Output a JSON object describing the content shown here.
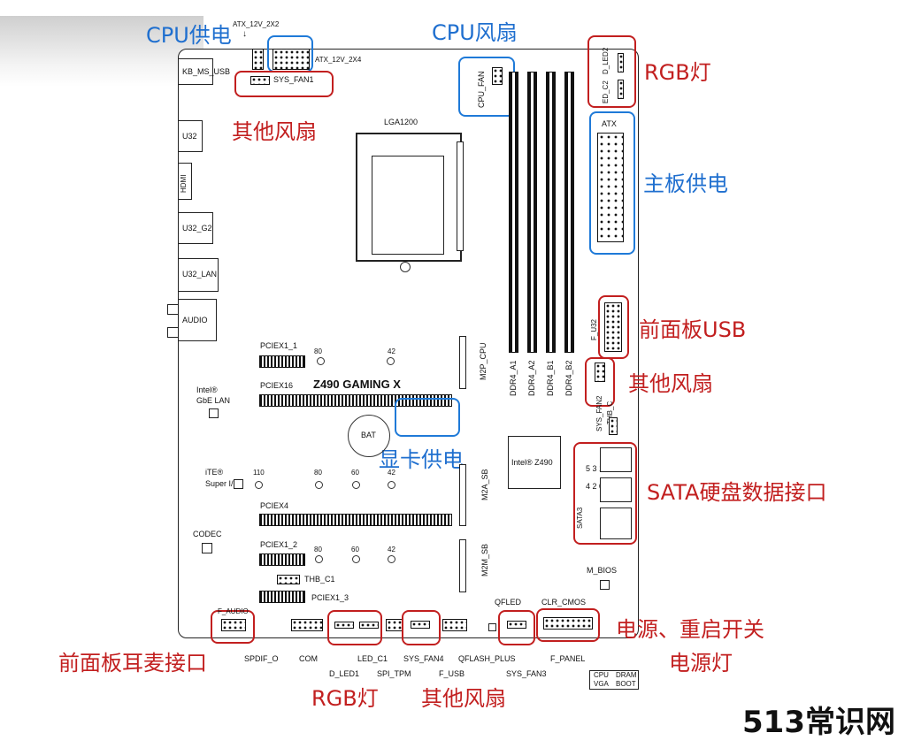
{
  "board": {
    "model": "Z490 GAMING X",
    "socket": "LGA1200",
    "chipset": "Intel® Z490",
    "battery": "BAT",
    "connectors": {
      "atx_12v_2x2": "ATX_12V_2X2",
      "atx_12v_2x4": "ATX_12V_2X4",
      "kb_ms_usb": "KB_MS_USB",
      "sys_fan1": "SYS_FAN1",
      "u32": "U32",
      "hdmi": "HDMI",
      "u32_g2": "U32_G2",
      "u32_lan": "U32_LAN",
      "audio": "AUDIO",
      "cpu_fan": "CPU_FAN",
      "d_led2": "D_LED2",
      "ed_c2": "ED_C2",
      "atx": "ATX",
      "f_u32": "F_U32",
      "sys_fan2": "SYS_FAN2",
      "thb_c": "THB_C",
      "sata3": "SATA3",
      "sata_ports_top": "5 3 1",
      "sata_ports_bottom": "4 2 0",
      "m_bios": "M_BIOS",
      "pciex1_1": "PCIEX1_1",
      "pciex16": "PCIEX16",
      "pciex4": "PCIEX4",
      "pciex1_2": "PCIEX1_2",
      "pciex1_3": "PCIEX1_3",
      "thb_c1": "THB_C1",
      "m2p_cpu": "M2P_CPU",
      "m2a_sb": "M2A_SB",
      "m2m_sb": "M2M_SB",
      "intel_lan": "Intel®",
      "gbe_lan": "GbE LAN",
      "ite": "iTE®",
      "super_io": "Super I/O",
      "codec": "CODEC",
      "f_audio": "F_AUDIO",
      "spdif_o": "SPDIF_O",
      "com": "COM",
      "d_led1": "D_LED1",
      "led_c1": "LED_C1",
      "spi_tpm": "SPI_TPM",
      "sys_fan4": "SYS_FAN4",
      "f_usb": "F_USB",
      "qflash_plus": "QFLASH_PLUS",
      "sys_fan3": "SYS_FAN3",
      "qfled": "QFLED",
      "clr_cmos": "CLR_CMOS",
      "f_panel": "F_PANEL",
      "cpu": "CPU",
      "dram": "DRAM",
      "vga": "VGA",
      "boot": "BOOT",
      "ddr4_a1": "DDR4_A1",
      "ddr4_a2": "DDR4_A2",
      "ddr4_b1": "DDR4_B1",
      "ddr4_b2": "DDR4_B2"
    },
    "mount_numbers": {
      "n80": "80",
      "n42": "42",
      "n110": "110",
      "n60": "60"
    }
  },
  "callouts": {
    "cpu_power": "CPU供电",
    "cpu_fan": "CPU风扇",
    "rgb_top": "RGB灯",
    "other_fan_top": "其他风扇",
    "main_power": "主板供电",
    "front_usb": "前面板USB",
    "other_fan_right": "其他风扇",
    "gpu_power": "显卡供电",
    "sata": "SATA硬盘数据接口",
    "power_reset": "电源、重启开关",
    "power_led": "电源灯",
    "front_audio": "前面板耳麦接口",
    "rgb_bottom": "RGB灯",
    "other_fan_bottom": "其他风扇"
  },
  "watermark": "513常识网",
  "colors": {
    "red": "#c21f1f",
    "blue": "#1f7ad8"
  }
}
